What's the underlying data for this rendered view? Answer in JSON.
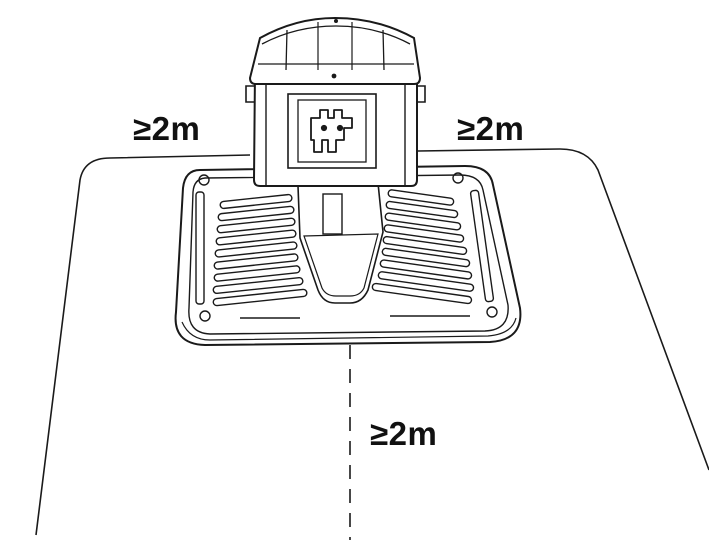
{
  "labels": {
    "left_clearance": "≥2m",
    "right_clearance": "≥2m",
    "front_clearance": "≥2m"
  },
  "colors": {
    "line": "#1a1a1a",
    "fill": "#ffffff"
  },
  "icons": {
    "station": "charging-station-icon",
    "mower": "robot-mower-icon"
  }
}
